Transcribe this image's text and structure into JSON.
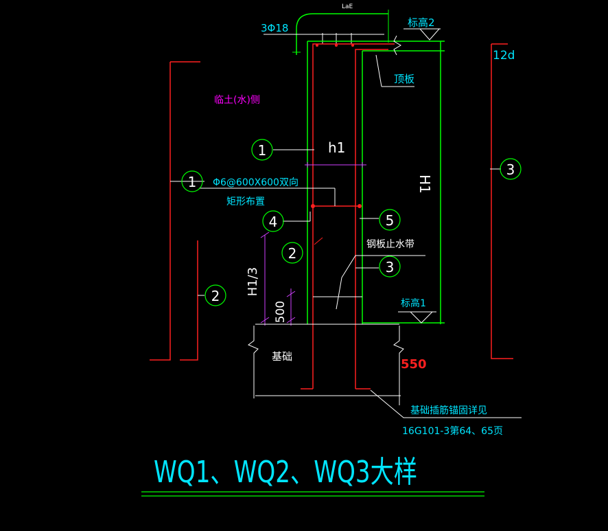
{
  "labels": {
    "lae": "LaE",
    "rebar_top": "3Φ18",
    "elev2": "标高2",
    "dim_12d": "12d",
    "top_slab": "顶板",
    "soil_side": "临土(水)侧",
    "h1": "h1",
    "H1": "H1",
    "tie_bars_line1": "Φ6@600X600双向",
    "tie_bars_line2": "矩形布置",
    "waterstop": "钢板止水带",
    "H1_third": "H1/3",
    "dim_500": "500",
    "elev1": "标高1",
    "foundation": "基础",
    "dim_550": "550",
    "anchor_note_line1": "基础插筋锚固详见",
    "anchor_note_line2": "16G101-3第64、65页",
    "title": "WQ1、WQ2、WQ3大样"
  },
  "callouts": {
    "c1_left": "1",
    "c1_mid": "1",
    "c2_left": "2",
    "c2_mid": "2",
    "c3_right": "3",
    "c3_mid": "3",
    "c4": "4",
    "c5": "5"
  },
  "colors": {
    "background": "#000000",
    "rebar": "#ff2020",
    "dim": "#d040ff",
    "leader": "#ffffff",
    "outline": "#00ff00",
    "text_cyan": "#00e5ff",
    "text_magenta": "#ff00ff",
    "callout_circle": "#00ff00",
    "highlight": "#ff2020"
  }
}
